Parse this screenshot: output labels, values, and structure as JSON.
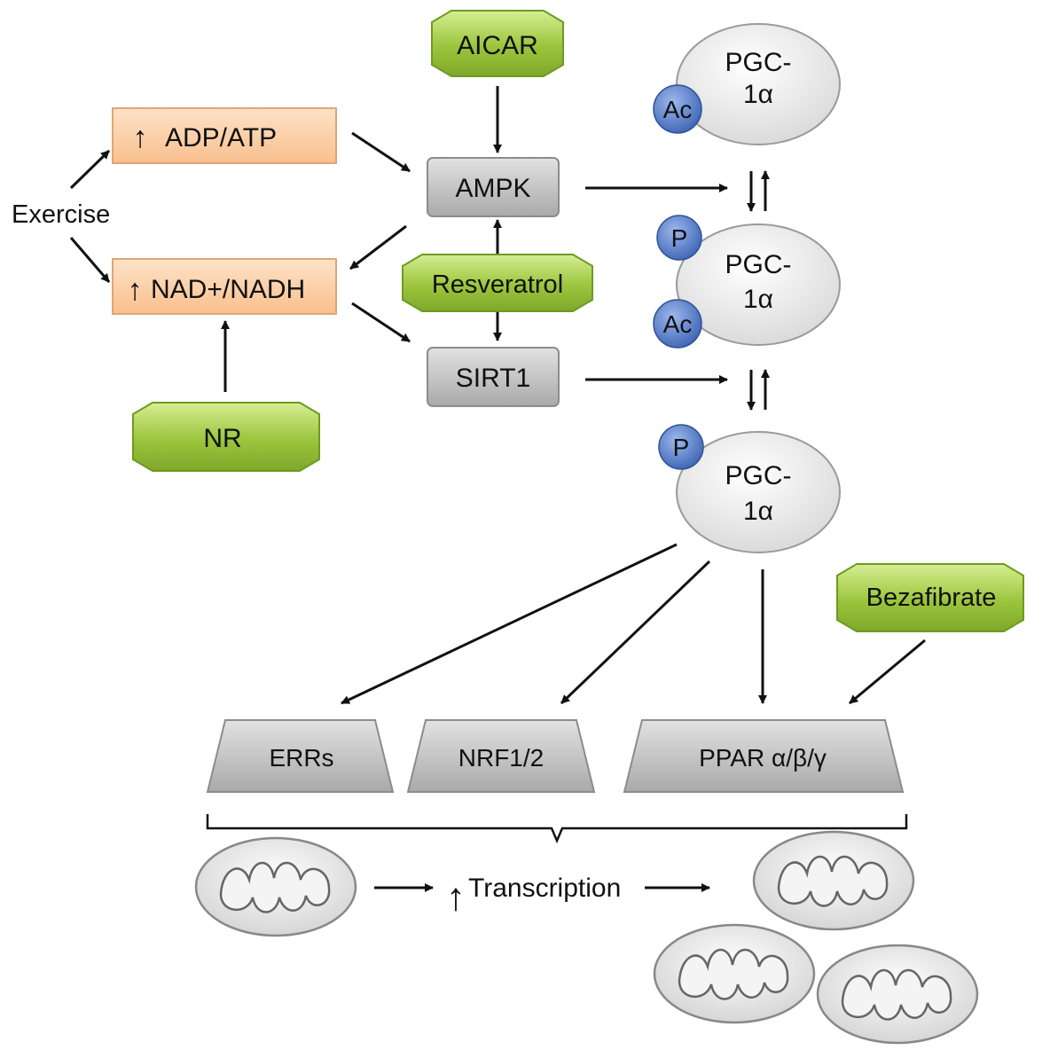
{
  "inputs": {
    "exercise": "Exercise",
    "aicar": "AICAR",
    "resveratrol": "Resveratrol",
    "nr": "NR",
    "bezafibrate": "Bezafibrate"
  },
  "ratios": {
    "adp_atp": "ADP/ATP",
    "nad_nadh": "NAD+/NADH",
    "up_arrow": "↑"
  },
  "enzymes": {
    "ampk": "AMPK",
    "sirt1": "SIRT1"
  },
  "pgc_states": [
    {
      "line1": "PGC-",
      "line2": "1α",
      "ac": "Ac",
      "p": ""
    },
    {
      "line1": "PGC-",
      "line2": "1α",
      "ac": "Ac",
      "p": "P"
    },
    {
      "line1": "PGC-",
      "line2": "1α",
      "ac": "",
      "p": "P"
    }
  ],
  "factors": {
    "errs": "ERRs",
    "nrf": "NRF1/2",
    "ppar": "PPAR α/β/γ"
  },
  "outcome": {
    "up_arrow": "↑",
    "transcription": "Transcription"
  },
  "colors": {
    "compound_fill": "#9bc53d",
    "ratio_fill": "#fbc89a",
    "enzyme_fill": "#bdbdbd",
    "pgc_fill": "#e8e8e8",
    "mod_fill": "#4f78c4"
  }
}
